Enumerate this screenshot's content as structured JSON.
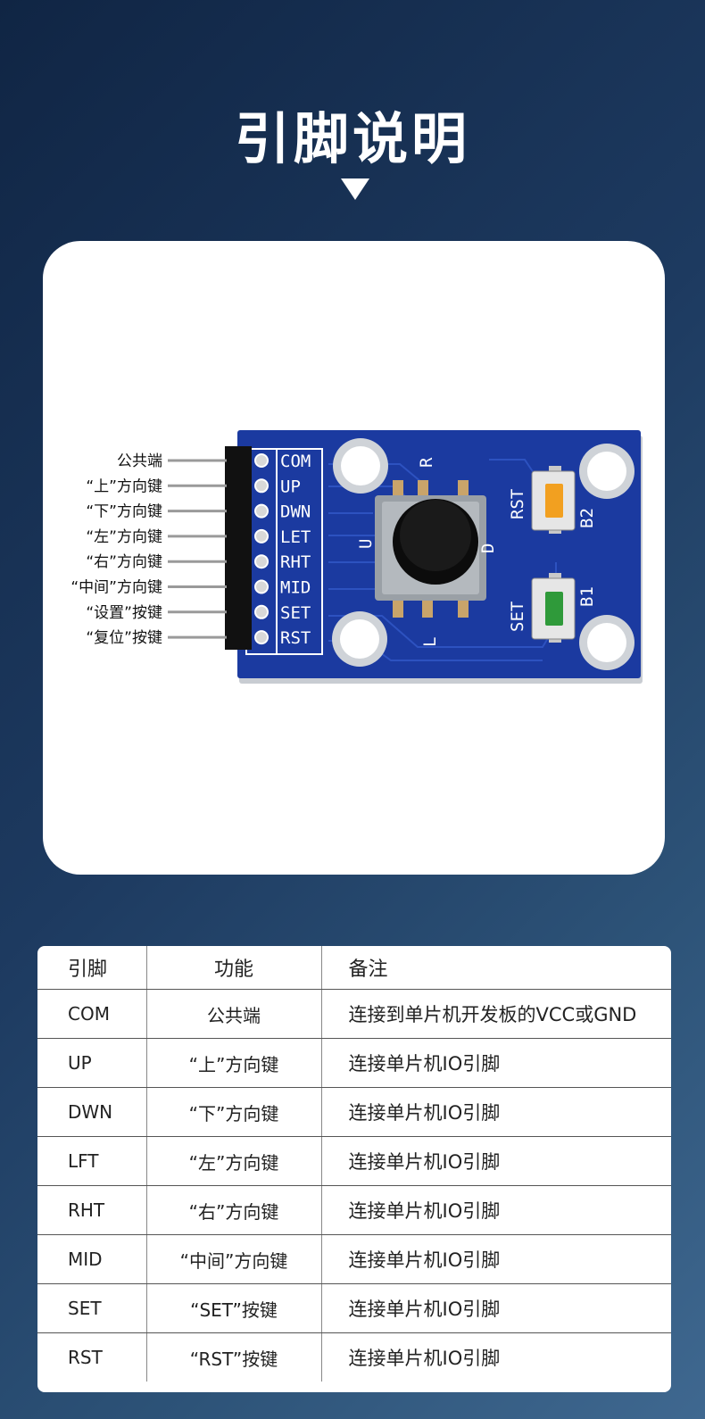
{
  "header": {
    "title": "引脚说明"
  },
  "board": {
    "pin_labels": [
      "公共端",
      "“上”方向键",
      "“下”方向键",
      "“左”方向键",
      "“右”方向键",
      "“中间”方向键",
      "“设置”按键",
      "“复位”按键"
    ],
    "silkscreen_pins": [
      "COM",
      "UP",
      "DWN",
      "LET",
      "RHT",
      "MID",
      "SET",
      "RST"
    ],
    "silkscreen_dirs": {
      "up": "R",
      "right": "D",
      "down": "L",
      "left": "U"
    },
    "silkscreen_buttons": {
      "rst": "RST",
      "b2": "B2",
      "set": "SET",
      "b1": "B1"
    },
    "colors": {
      "pcb": "#1b3aa0",
      "rst_cap": "#f2a020",
      "set_cap": "#2f9a3a"
    }
  },
  "table": {
    "headers": [
      "引脚",
      "功能",
      "备注"
    ],
    "rows": [
      {
        "pin": "COM",
        "function": "公共端",
        "note": "连接到单片机开发板的VCC或GND"
      },
      {
        "pin": "UP",
        "function": "“上”方向键",
        "note": "连接单片机IO引脚"
      },
      {
        "pin": "DWN",
        "function": "“下”方向键",
        "note": "连接单片机IO引脚"
      },
      {
        "pin": "LFT",
        "function": "“左”方向键",
        "note": "连接单片机IO引脚"
      },
      {
        "pin": "RHT",
        "function": "“右”方向键",
        "note": "连接单片机IO引脚"
      },
      {
        "pin": "MID",
        "function": "“中间”方向键",
        "note": "连接单片机IO引脚"
      },
      {
        "pin": "SET",
        "function": "“SET”按键",
        "note": "连接单片机IO引脚"
      },
      {
        "pin": "RST",
        "function": "“RST”按键",
        "note": "连接单片机IO引脚"
      }
    ]
  }
}
